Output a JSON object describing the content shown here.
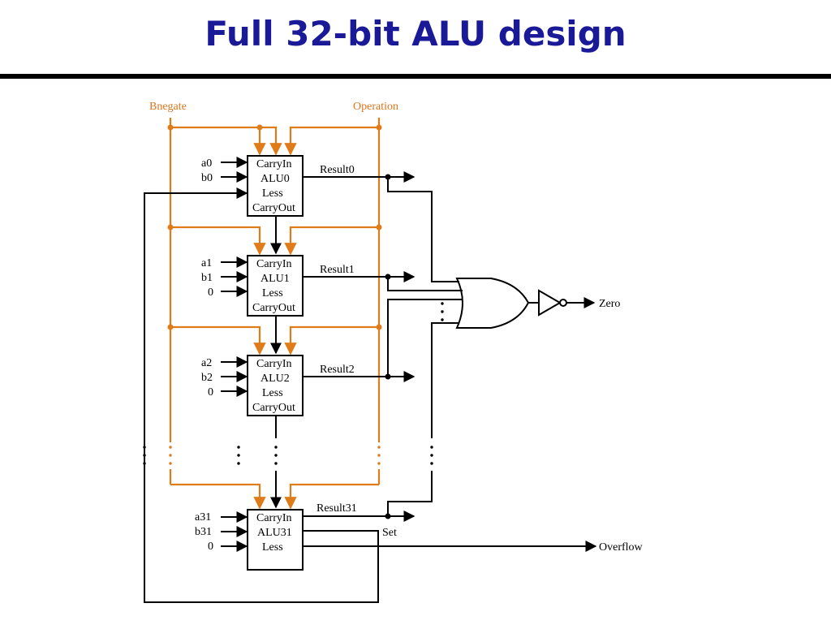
{
  "title": "Full 32-bit ALU design",
  "colors": {
    "title": "#1a1a99",
    "control_lines": "#e07b1a",
    "wires": "#000000"
  },
  "controls": {
    "bnegate": "Bnegate",
    "operation": "Operation"
  },
  "alus": [
    {
      "a": "a0",
      "b": "b0",
      "less_in": "",
      "carry_in": "CarryIn",
      "name": "ALU0",
      "less": "Less",
      "carry_out": "CarryOut",
      "result": "Result0"
    },
    {
      "a": "a1",
      "b": "b1",
      "less_in": "0",
      "carry_in": "CarryIn",
      "name": "ALU1",
      "less": "Less",
      "carry_out": "CarryOut",
      "result": "Result1"
    },
    {
      "a": "a2",
      "b": "b2",
      "less_in": "0",
      "carry_in": "CarryIn",
      "name": "ALU2",
      "less": "Less",
      "carry_out": "CarryOut",
      "result": "Result2"
    },
    {
      "a": "a31",
      "b": "b31",
      "less_in": "0",
      "carry_in": "CarryIn",
      "name": "ALU31",
      "less": "Less",
      "carry_out": "",
      "result": "Result31"
    }
  ],
  "outputs": {
    "set": "Set",
    "zero": "Zero",
    "overflow": "Overflow"
  }
}
